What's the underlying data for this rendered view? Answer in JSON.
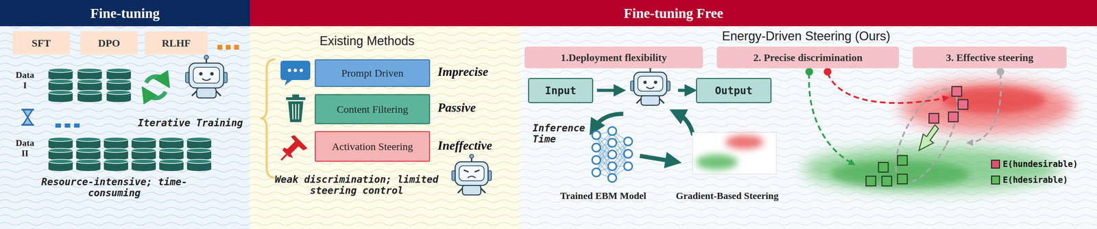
{
  "diagram": {
    "nodes": [
      {
        "text": [
          "Fine-tuning"
        ]
      },
      {
        "text": [
          "Fine-tuning Free"
        ]
      },
      {
        "text": [
          "SFT"
        ]
      },
      {
        "text": [
          "DPO"
        ]
      },
      {
        "text": [
          "RLHF"
        ]
      },
      {
        "text": [
          "Prompt Driven"
        ]
      },
      {
        "text": [
          "Content Filtering"
        ]
      },
      {
        "text": [
          "Activation Steering"
        ]
      },
      {
        "text": [
          "1.Deployment flexibility"
        ]
      },
      {
        "text": [
          "2. Precise discrimination"
        ]
      },
      {
        "text": [
          "3. Effective steering"
        ]
      },
      {
        "text": [
          "Input"
        ]
      },
      {
        "text": [
          "Output"
        ]
      }
    ],
    "labels": [
      "Data I",
      "Data II",
      "Iterative Training",
      "Resource-intensive; time-consuming",
      "Existing Methods",
      "Imprecise",
      "Passive",
      "Ineffective",
      "Weak discrimination; limited steering control",
      "Energy-Driven Steering (Ours)",
      "Inference Time",
      "Trained EBM Model",
      "Gradient-Based Steering"
    ],
    "legend": [
      {
        "text": "E(hundesirable)",
        "color": "#e0506a"
      },
      {
        "text": "E(hdesirable)",
        "color": "#5bbf5b"
      }
    ]
  }
}
